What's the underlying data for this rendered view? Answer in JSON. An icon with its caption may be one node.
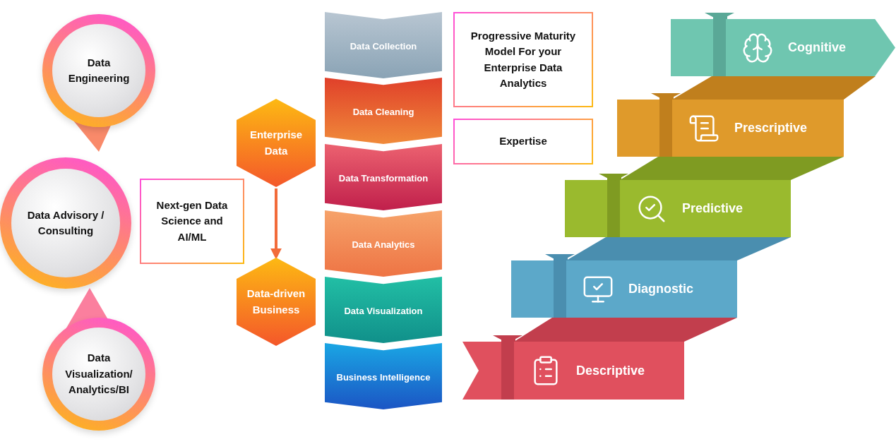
{
  "diagram": {
    "nodes": [
      {
        "text": [
          "Data Engineering"
        ]
      },
      {
        "text": [
          "Data Advisory / Consulting"
        ]
      },
      {
        "text": [
          "Data Visualization/ Analytics/BI"
        ]
      },
      {
        "text": [
          "Next-gen Data Science and AI/ML"
        ]
      },
      {
        "text": [
          "Enterprise Data"
        ]
      },
      {
        "text": [
          "Data-driven Business"
        ]
      },
      {
        "text": [
          "Data Collection"
        ]
      },
      {
        "text": [
          "Data Cleaning"
        ]
      },
      {
        "text": [
          "Data Transformation"
        ]
      },
      {
        "text": [
          "Data Analytics"
        ]
      },
      {
        "text": [
          "Data Visualization"
        ]
      },
      {
        "text": [
          "Business Intelligence"
        ]
      },
      {
        "text": [
          "Progressive Maturity Model For your Enterprise Data Analytics"
        ]
      },
      {
        "text": [
          "Expertise"
        ]
      },
      {
        "text": [
          "Cognitive"
        ]
      },
      {
        "text": [
          "Prescriptive"
        ]
      },
      {
        "text": [
          "Predictive"
        ]
      },
      {
        "text": [
          "Diagnostic"
        ]
      },
      {
        "text": [
          "Descriptive"
        ]
      }
    ],
    "edges": [
      {
        "from": 4,
        "to": 5,
        "arrow": "to"
      }
    ]
  }
}
